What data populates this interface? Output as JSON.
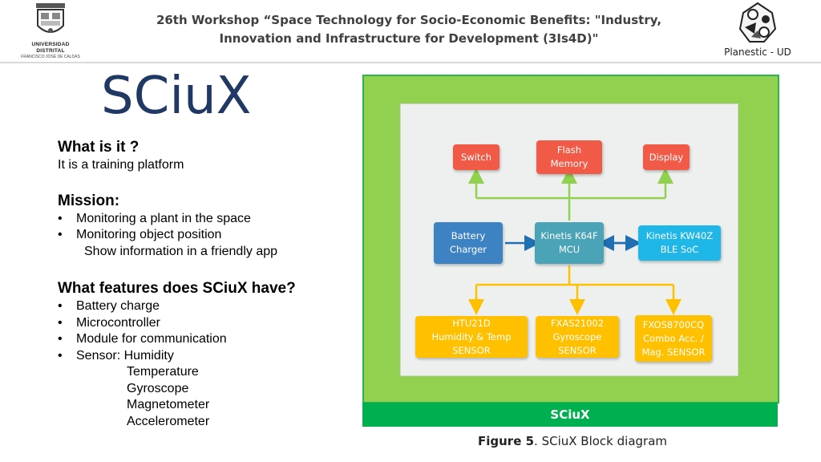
{
  "header": {
    "title": "26th Workshop “Space Technology for Socio-Economic Benefits: \"Industry, Innovation and Infrastructure for Development (3Is4D)\"",
    "left_logo_line1": "UNIVERSIDAD DISTRITAL",
    "left_logo_line2": "FRANCISCO JOSÉ DE CALDAS",
    "right_logo_caption": "Planestic - UD"
  },
  "page_title": "SCiuX",
  "left": {
    "q1": "What is it ?",
    "a1": "It is a training platform",
    "mission_title": "Mission:",
    "mission_items": [
      "Monitoring a plant in the space",
      "Monitoring object position"
    ],
    "mission_extra": "Show information in a friendly app",
    "features_title": "What features does SCiuX have?",
    "features": [
      "Battery charge",
      "Microcontroller",
      "Module for communication",
      "Sensor:  Humidity"
    ],
    "sensor_more": [
      "Temperature",
      "Gyroscope",
      "Magnetometer",
      "Accelerometer"
    ]
  },
  "diagram": {
    "blocks": {
      "switch": "Switch",
      "flash": "Flash\nMemory",
      "display": "Display",
      "battery": "Battery\nCharger",
      "mcu": "Kinetis K64F\nMCU",
      "ble": "Kinetis KW40Z\nBLE SoC",
      "htu": "HTU21D\nHumidity & Temp\nSENSOR",
      "fxas": "FXAS21002\nGyroscope\nSENSOR",
      "fxos": "FXOS8700CQ\nCombo Acc. /\nMag. SENSOR"
    },
    "bottom_label": "SCiuX",
    "colors": {
      "outer": "#92d050",
      "bar": "#00b050",
      "inner": "#eef0ef",
      "top_blocks": "#f05a46",
      "battery": "#3d83c3",
      "mcu": "#4aa3b6",
      "ble": "#1fb7e7",
      "sensors": "#ffc000",
      "top_wires": "#92d050",
      "mid_wires": "#1f6fb2",
      "bottom_wires": "#ffc000"
    }
  },
  "caption": {
    "label": "Figure 5",
    "text": ". SCiuX Block diagram"
  }
}
